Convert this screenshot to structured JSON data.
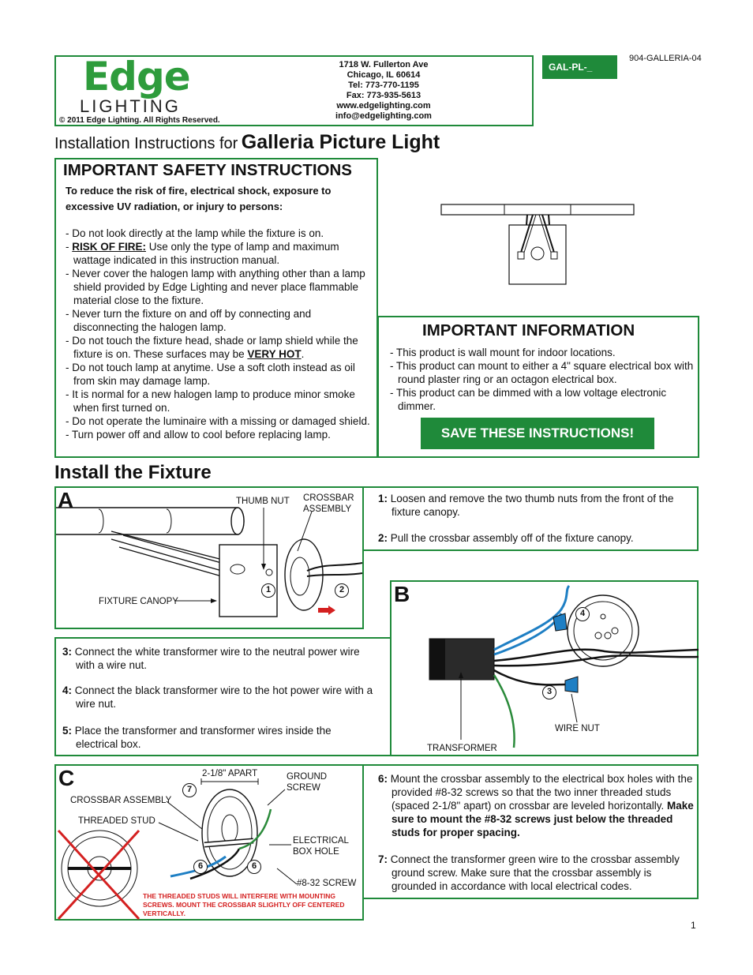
{
  "header": {
    "logo_word": "Edge",
    "logo_sub": "LIGHTING",
    "copyright": "© 2011 Edge Lighting. All Rights Reserved.",
    "address": [
      "1718 W. Fullerton Ave",
      "Chicago, IL 60614",
      "Tel: 773-770-1195",
      "Fax: 773-935-5613",
      "www.edgelighting.com",
      "info@edgelighting.com"
    ],
    "part_code": "GAL-PL-_",
    "doc_code": "904-GALLERIA-04"
  },
  "title": {
    "prefix": "Installation Instructions for",
    "product": "Galleria Picture Light"
  },
  "safety": {
    "heading": "IMPORTANT SAFETY INSTRUCTIONS",
    "intro": "To reduce the risk of fire, electrical shock, exposure to excessive UV radiation, or injury to persons:",
    "items": [
      "- Do not look directly at the lamp while the fixture is on.",
      "RISK_OF_FIRE",
      "- Never cover the halogen lamp with anything other than a lamp shield provided by Edge Lighting and never place flammable material close to the fixture.",
      "- Never turn the fixture on and off by connecting and disconnecting the halogen lamp.",
      "VERY_HOT",
      "- Do not touch lamp at anytime. Use a soft cloth instead as oil from skin may damage lamp.",
      "- It is normal for a new halogen lamp to produce minor smoke when first turned on.",
      "- Do not operate the luminaire with a missing or damaged shield.",
      "- Turn power off and allow to cool before replacing lamp."
    ],
    "risk_prefix": "- ",
    "risk_label": "RISK OF FIRE:",
    "risk_text": " Use only the type of lamp and maximum wattage indicated in this instruction manual.",
    "hot_text": "- Do not touch the fixture head, shade or lamp shield while the fixture is on. These surfaces may be ",
    "hot_label": "VERY HOT",
    "hot_end": "."
  },
  "info": {
    "heading": "IMPORTANT INFORMATION",
    "items": [
      "- This product is wall mount for indoor locations.",
      "- This product can mount to either a 4\" square electrical box with round plaster ring or an octagon electrical box.",
      "- This product can be dimmed with a low voltage electronic dimmer."
    ],
    "save_button": "SAVE THESE INSTRUCTIONS!"
  },
  "install": {
    "heading": "Install the Fixture",
    "A": {
      "letter": "A",
      "labels": {
        "thumb_nut": "THUMB NUT",
        "crossbar": "CROSSBAR ASSEMBLY",
        "canopy": "FIXTURE CANOPY"
      },
      "markers": [
        "1",
        "2"
      ],
      "steps": [
        {
          "n": "1:",
          "text": " Loosen and remove the two thumb nuts from the front of the fixture canopy."
        },
        {
          "n": "2:",
          "text": " Pull the crossbar assembly off of the fixture canopy."
        }
      ]
    },
    "B": {
      "letter": "B",
      "labels": {
        "transformer": "TRANSFORMER",
        "wire_nut": "WIRE NUT"
      },
      "markers": [
        "3",
        "4"
      ],
      "steps": [
        {
          "n": "3:",
          "text": " Connect the white transformer wire to the neutral power wire with a wire nut."
        },
        {
          "n": "4:",
          "text": " Connect the black transformer wire to the hot power wire with a wire nut."
        },
        {
          "n": "5:",
          "text": " Place the transformer and transformer wires inside the electrical box."
        }
      ]
    },
    "C": {
      "letter": "C",
      "labels": {
        "apart": "2-1/8\" APART",
        "ground": "GROUND SCREW",
        "crossbar": "CROSSBAR ASSEMBLY",
        "stud": "THREADED STUD",
        "hole": "ELECTRICAL BOX HOLE",
        "screw": "#8-32 SCREW"
      },
      "markers": [
        "7",
        "6",
        "6"
      ],
      "warning": "THE THREADED STUDS WILL INTERFERE WITH MOUNTING SCREWS. MOUNT THE CROSSBAR SLIGHTLY OFF CENTERED VERTICALLY.",
      "steps": [
        {
          "n": "6:",
          "text": " Mount the crossbar assembly to the electrical box holes with the provided #8-32 screws so that the two inner threaded studs (spaced 2-1/8\" apart) on crossbar are leveled horizontally. ",
          "bold": "Make sure to mount the #8-32 screws just below the threaded studs for proper spacing."
        },
        {
          "n": "7:",
          "text": " Connect the transformer green wire to the crossbar assembly ground screw. Make sure that the crossbar assembly is grounded in accordance with local electrical codes."
        }
      ]
    }
  },
  "page_number": "1",
  "colors": {
    "accent": "#1f8a3a",
    "warning": "#d42020",
    "logo": "#2e9c3c"
  }
}
